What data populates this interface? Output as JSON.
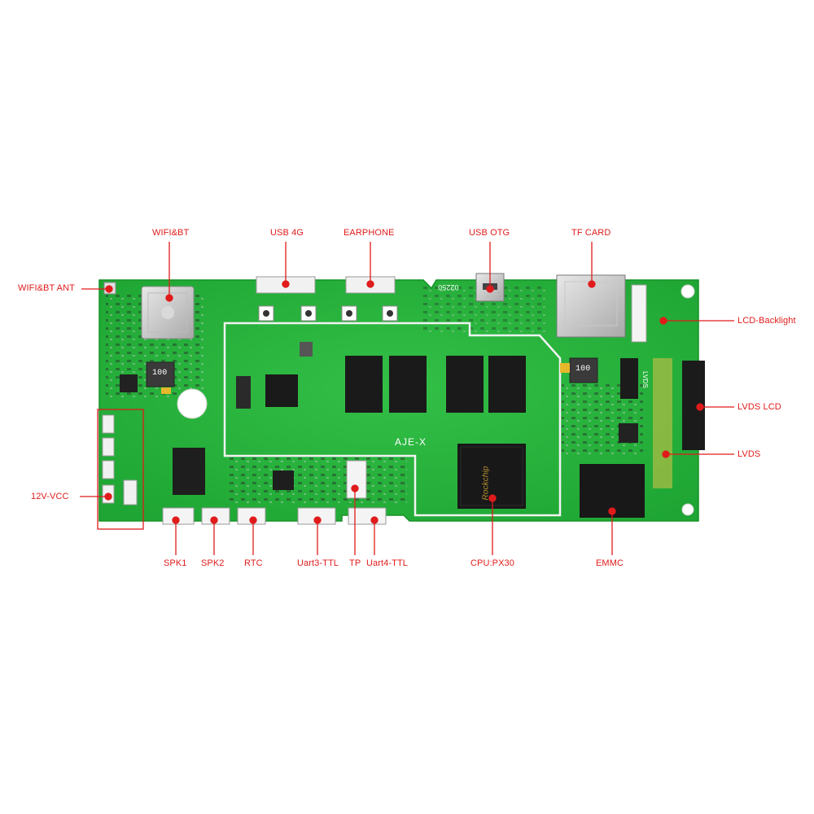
{
  "labels": {
    "wifi_bt": "WIFI&BT",
    "usb_4g": "USB 4G",
    "earphone": "EARPHONE",
    "usb_otg": "USB OTG",
    "tf_card": "TF CARD",
    "wifi_bt_ant": "WIFI&BT ANT",
    "lcd_backlight": "LCD-Backlight",
    "lvds_lcd": "LVDS LCD",
    "lvds": "LVDS",
    "vcc_12v": "12V-VCC",
    "spk1": "SPK1",
    "spk2": "SPK2",
    "rtc": "RTC",
    "uart3": "Uart3-TTL",
    "tp": "TP",
    "uart4": "Uart4-TTL",
    "cpu": "CPU:PX30",
    "emmc": "EMMC"
  },
  "silkscreen": {
    "brand": "AJE-X",
    "inductor_left": "100",
    "inductor_right": "100",
    "board_code": "02250",
    "soc_logo": "Rockchip",
    "lvds_header": "LVDS"
  },
  "colors": {
    "label_red": "#e01b1b",
    "pcb_green": "#22b238",
    "chip_black": "#1a1a1a",
    "silkscreen_white": "#ffffff"
  }
}
